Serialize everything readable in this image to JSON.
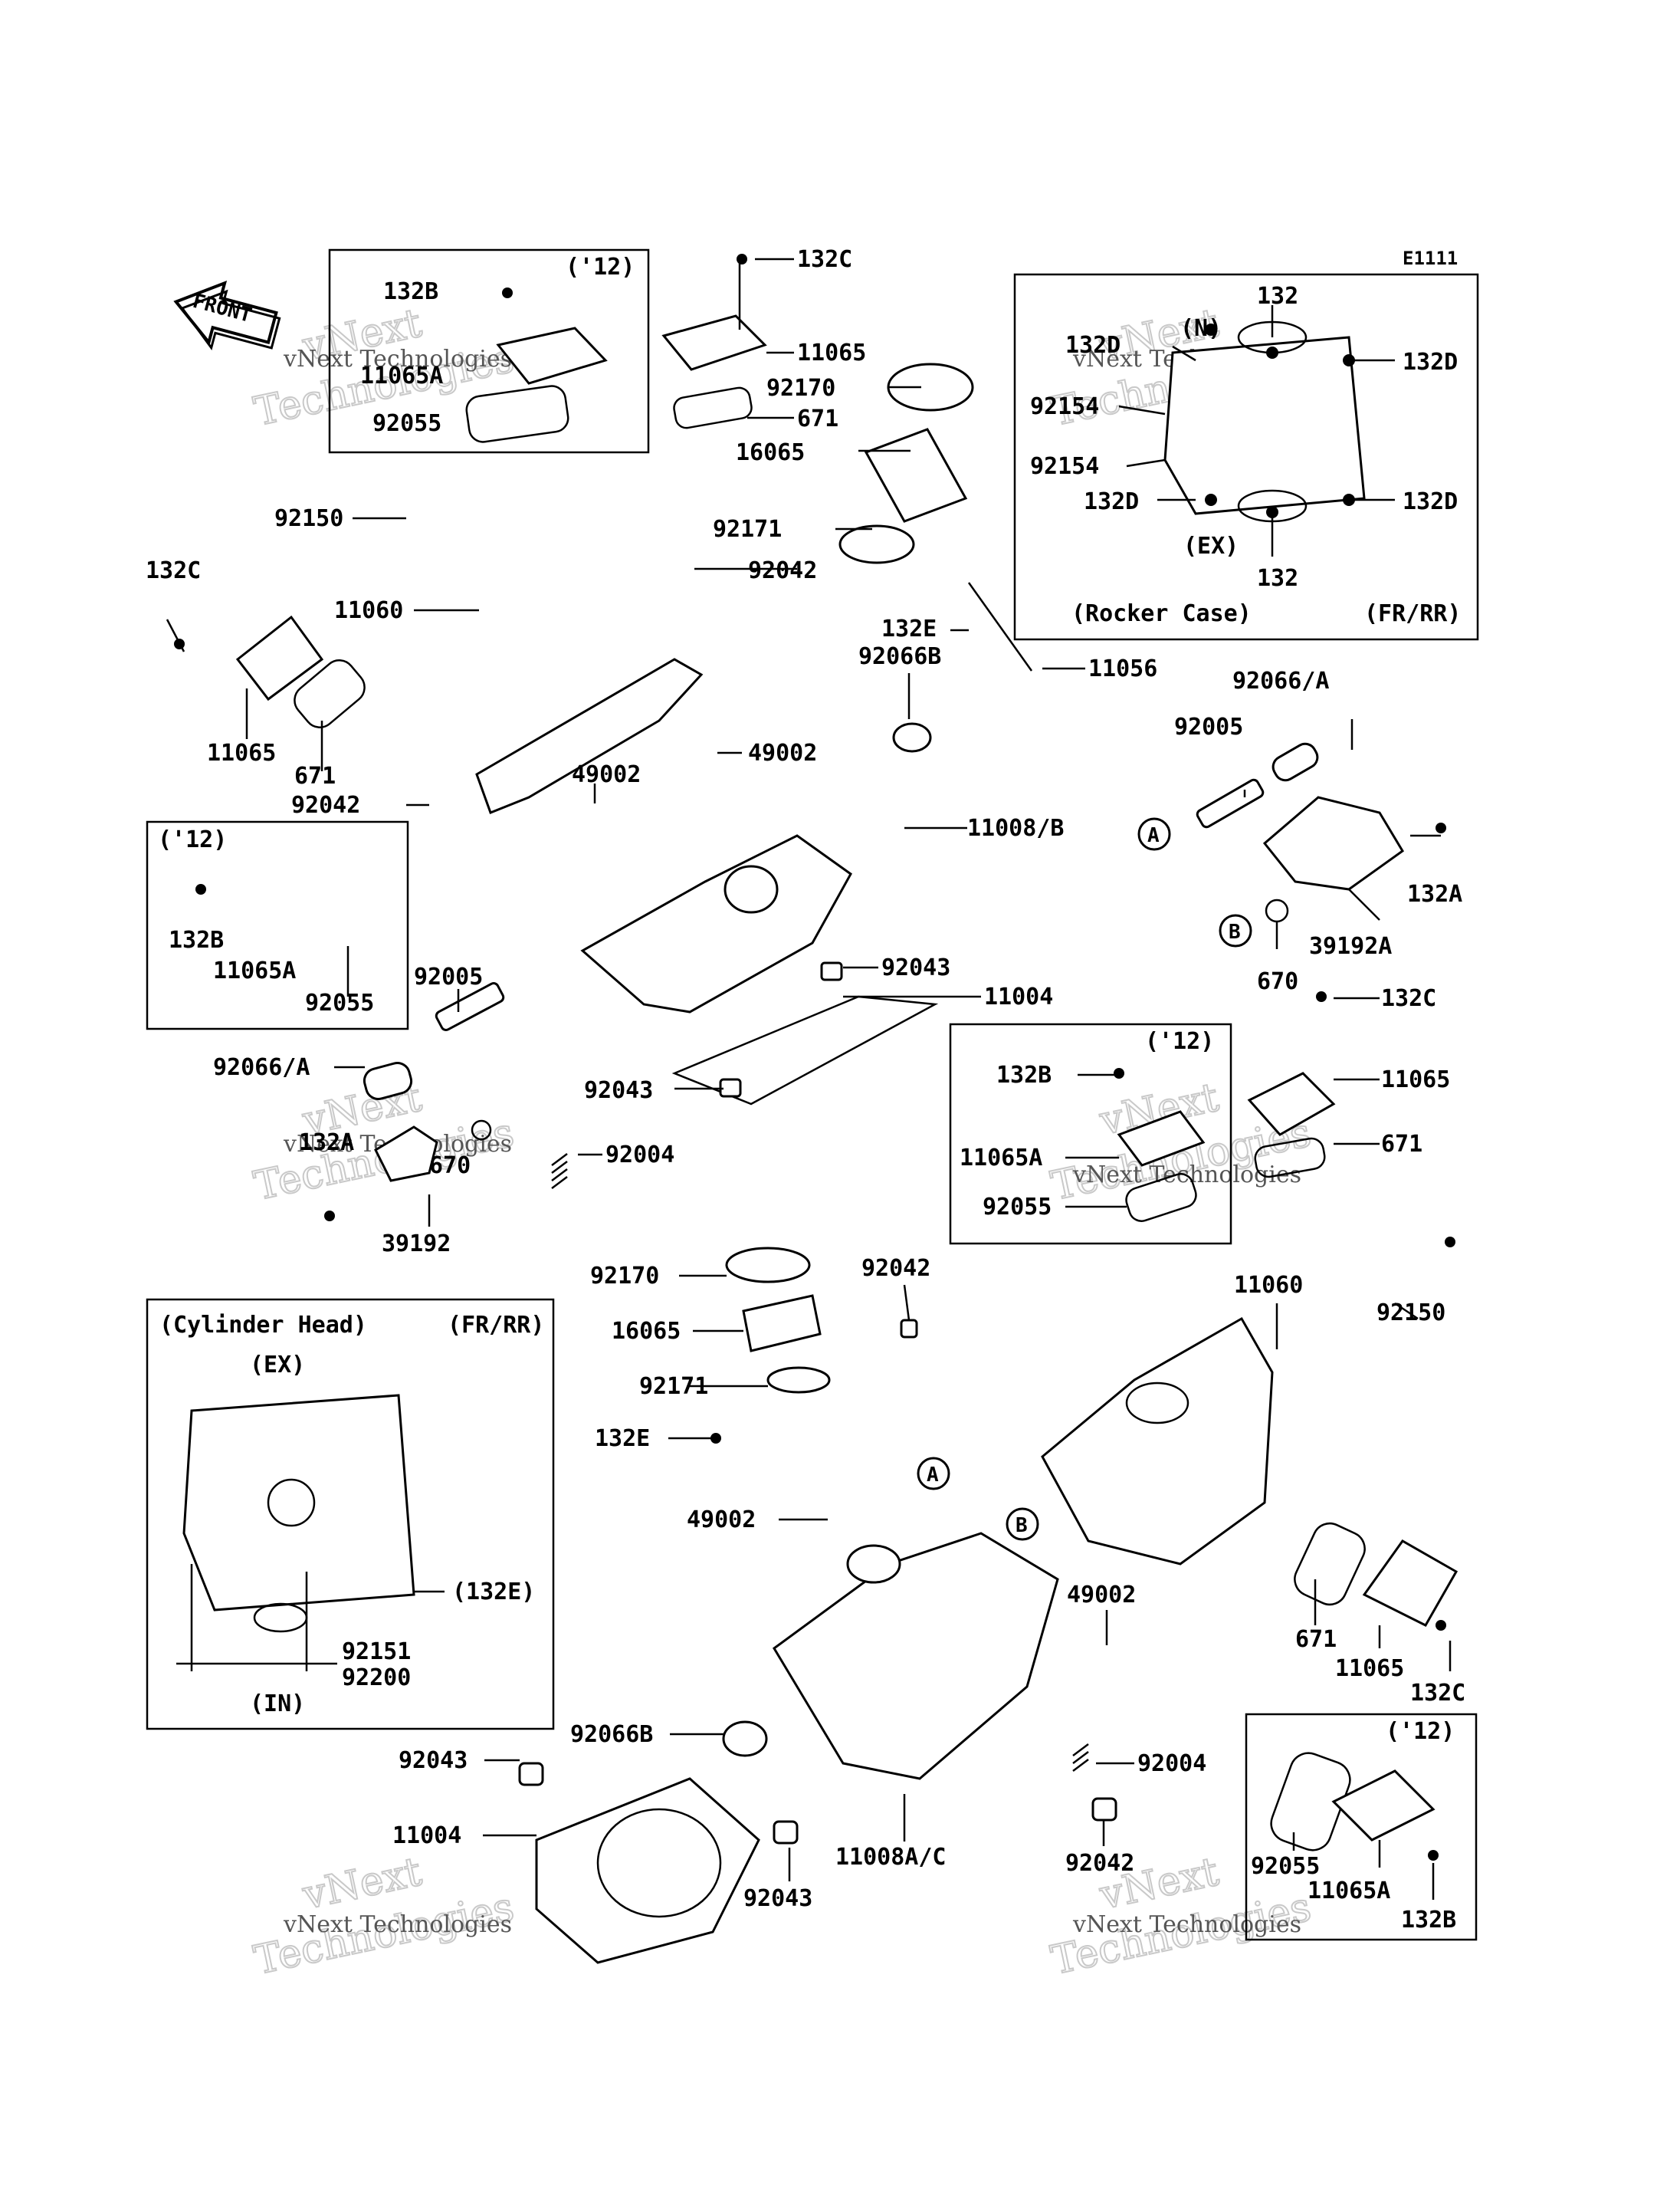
{
  "diagram_code": "E1111",
  "front_label": "FRONT",
  "watermark": {
    "line1": "vNext",
    "line2": "Technologies",
    "caption": "vNext Technologies"
  },
  "groups": {
    "rocker_case": {
      "title": "(Rocker Case)",
      "variant": "(FR/RR)",
      "in": "(N)",
      "ex": "(EX)"
    },
    "cylinder_head": {
      "title": "(Cylinder Head)",
      "variant": "(FR/RR)",
      "ex": "(EX)",
      "in": "(IN)"
    },
    "year_12": "('12)"
  },
  "callouts": {
    "a": "A",
    "b": "B"
  },
  "labels": [
    {
      "id": "132c-top",
      "text": "132C"
    },
    {
      "id": "11065-top",
      "text": "11065"
    },
    {
      "id": "92170-top",
      "text": "92170"
    },
    {
      "id": "671-top",
      "text": "671"
    },
    {
      "id": "16065-top",
      "text": "16065"
    },
    {
      "id": "92171-top",
      "text": "92171"
    },
    {
      "id": "92042-top",
      "text": "92042"
    },
    {
      "id": "132e-top",
      "text": "132E"
    },
    {
      "id": "92066b-top",
      "text": "92066B"
    },
    {
      "id": "11056",
      "text": "11056"
    },
    {
      "id": "49002-a",
      "text": "49002"
    },
    {
      "id": "49002-b",
      "text": "49002"
    },
    {
      "id": "11008b",
      "text": "11008/B"
    },
    {
      "id": "132b-box1",
      "text": "132B"
    },
    {
      "id": "11065a-box1",
      "text": "11065A"
    },
    {
      "id": "92055-box1",
      "text": "92055"
    },
    {
      "id": "92150-top",
      "text": "92150"
    },
    {
      "id": "132c-left",
      "text": "132C"
    },
    {
      "id": "11060-top",
      "text": "11060"
    },
    {
      "id": "11065-left",
      "text": "11065"
    },
    {
      "id": "671-left",
      "text": "671"
    },
    {
      "id": "92042-left",
      "text": "92042"
    },
    {
      "id": "132b-box2",
      "text": "132B"
    },
    {
      "id": "11065a-box2",
      "text": "11065A"
    },
    {
      "id": "92055-box2",
      "text": "92055"
    },
    {
      "id": "92005-left",
      "text": "92005"
    },
    {
      "id": "92066a-left",
      "text": "92066/A"
    },
    {
      "id": "132a-left",
      "text": "132A"
    },
    {
      "id": "670-left",
      "text": "670"
    },
    {
      "id": "92004-top",
      "text": "92004"
    },
    {
      "id": "39192",
      "text": "39192"
    },
    {
      "id": "92043-mid",
      "text": "92043"
    },
    {
      "id": "92043-upper",
      "text": "92043"
    },
    {
      "id": "11004-top",
      "text": "11004"
    },
    {
      "id": "92066a-right",
      "text": "92066/A"
    },
    {
      "id": "92005-right",
      "text": "92005"
    },
    {
      "id": "132a-right",
      "text": "132A"
    },
    {
      "id": "39192a",
      "text": "39192A"
    },
    {
      "id": "670-right",
      "text": "670"
    },
    {
      "id": "132c-right",
      "text": "132C"
    },
    {
      "id": "11065-right",
      "text": "11065"
    },
    {
      "id": "671-right",
      "text": "671"
    },
    {
      "id": "132b-box3",
      "text": "132B"
    },
    {
      "id": "11065a-box3",
      "text": "11065A"
    },
    {
      "id": "92055-box3",
      "text": "92055"
    },
    {
      "id": "92170-low",
      "text": "92170"
    },
    {
      "id": "16065-low",
      "text": "16065"
    },
    {
      "id": "92171-low",
      "text": "92171"
    },
    {
      "id": "92042-low",
      "text": "92042"
    },
    {
      "id": "11060-low",
      "text": "11060"
    },
    {
      "id": "92150-low",
      "text": "92150"
    },
    {
      "id": "132e-low",
      "text": "132E"
    },
    {
      "id": "49002-low1",
      "text": "49002"
    },
    {
      "id": "49002-low2",
      "text": "49002"
    },
    {
      "id": "671-low",
      "text": "671"
    },
    {
      "id": "11065-low",
      "text": "11065"
    },
    {
      "id": "132c-low",
      "text": "132C"
    },
    {
      "id": "92066b-low",
      "text": "92066B"
    },
    {
      "id": "92004-low",
      "text": "92004"
    },
    {
      "id": "92043-low1",
      "text": "92043"
    },
    {
      "id": "11004-low",
      "text": "11004"
    },
    {
      "id": "92043-low2",
      "text": "92043"
    },
    {
      "id": "11008ac",
      "text": "11008A/C"
    },
    {
      "id": "92042-bottom",
      "text": "92042"
    },
    {
      "id": "92055-box4",
      "text": "92055"
    },
    {
      "id": "11065a-box4",
      "text": "11065A"
    },
    {
      "id": "132b-box4",
      "text": "132B"
    },
    {
      "id": "132-top",
      "text": "132"
    },
    {
      "id": "132d-1",
      "text": "132D"
    },
    {
      "id": "132d-2",
      "text": "132D"
    },
    {
      "id": "92154-1",
      "text": "92154"
    },
    {
      "id": "92154-2",
      "text": "92154"
    },
    {
      "id": "132d-3",
      "text": "132D"
    },
    {
      "id": "132d-4",
      "text": "132D"
    },
    {
      "id": "132-bottom",
      "text": "132"
    },
    {
      "id": "132e-paren",
      "text": "(132E)"
    },
    {
      "id": "92151",
      "text": "92151"
    },
    {
      "id": "92200",
      "text": "92200"
    }
  ]
}
